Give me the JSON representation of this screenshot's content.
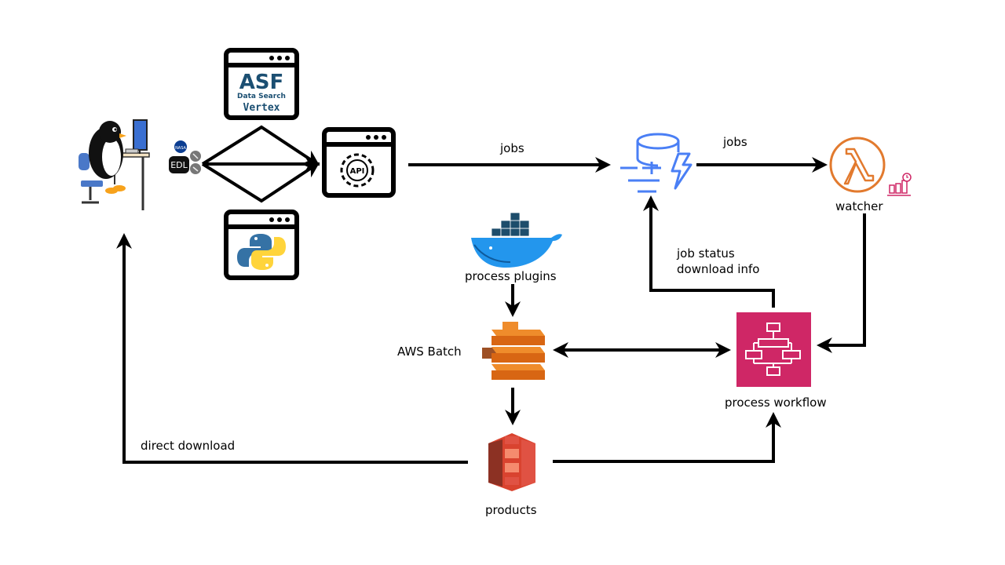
{
  "labels": {
    "jobs_1": "jobs",
    "jobs_2": "jobs",
    "watcher": "watcher",
    "job_status": "job status",
    "download_info": "download info",
    "process_plugins": "process plugins",
    "aws_batch": "AWS Batch",
    "process_workflow": "process workflow",
    "direct_download": "direct download",
    "products": "products"
  },
  "vertex_logo": {
    "line1": "ASF",
    "line2": "Data Search",
    "line3": "Vertex"
  },
  "api_badge": "API",
  "edl_badge": "EDL",
  "nasa_badge": "NASA",
  "colors": {
    "edge": "#000000",
    "database": "#4a7ff5",
    "lambda": "#e27a2e",
    "step_functions": "#cf2766",
    "batch": "#ef8c2b",
    "s3": "#d9432f",
    "docker": "#1d63ed",
    "vertex_text": "#1b4f72",
    "python_blue": "#3572a5",
    "python_yellow": "#ffd43b"
  }
}
